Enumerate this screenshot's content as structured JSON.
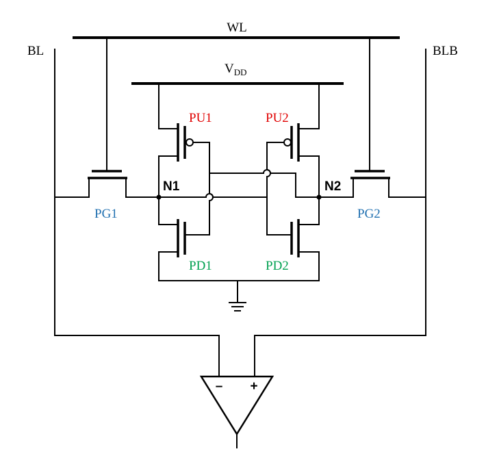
{
  "labels": {
    "wl": "WL",
    "bl": "BL",
    "blb": "BLB",
    "vdd": "V",
    "vdd_sub": "DD",
    "pu1": "PU1",
    "pu2": "PU2",
    "pd1": "PD1",
    "pd2": "PD2",
    "pg1": "PG1",
    "pg2": "PG2",
    "n1": "N1",
    "n2": "N2",
    "amp_minus": "–",
    "amp_plus": "+"
  },
  "colors": {
    "pu": "#e00000",
    "pd": "#00a050",
    "pg": "#1f6fb0",
    "wire": "#000000"
  },
  "icons": {
    "ground": "ground-icon",
    "amplifier": "sense-amplifier-icon"
  }
}
